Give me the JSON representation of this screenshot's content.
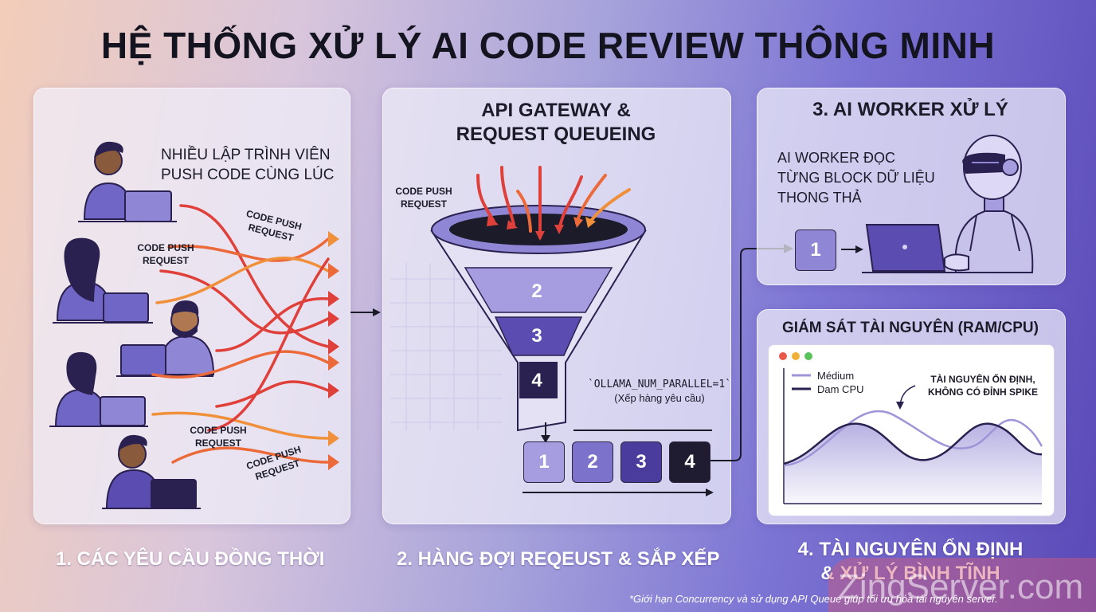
{
  "title": "HỆ THỐNG XỬ LÝ AI CODE REVIEW THÔNG MINH",
  "panel1": {
    "heading_line1": "NHIỀU LẬP TRÌNH VIÊN",
    "heading_line2": "PUSH CODE CÙNG LÚC",
    "labels": [
      "CODE PUSH REQUEST",
      "CODE PUSH REQUEST",
      "CODE PUSH REQUEST",
      "CODE PUSH REQUEST"
    ],
    "caption": "1. CÁC YÊU CẦU ĐỒNG THỜI"
  },
  "panel2": {
    "heading_line1": "API GATEWAY &",
    "heading_line2": "REQUEST QUEUEING",
    "label": "CODE PUSH REQUEST",
    "funnel_items": [
      "2",
      "3",
      "4"
    ],
    "config_line1": "`OLLAMA_NUM_PARALLEL=1`",
    "config_line2": "(Xếp hàng yêu cầu)",
    "queue": [
      "1",
      "2",
      "3",
      "4"
    ],
    "caption": "2. HÀNG ĐỢI REQEUST & SẮP XẾP"
  },
  "panel3": {
    "heading": "3. AI WORKER XỬ LÝ",
    "desc_line1": "AI WORKER ĐỌC",
    "desc_line2": "TỪNG BLOCK DỮ LIỆU",
    "desc_line3": "THONG THẢ",
    "block": "1"
  },
  "panel4": {
    "heading": "GIÁM SÁT TÀI NGUYÊN (RAM/CPU)",
    "legend": [
      "Médium",
      "Dam CPU"
    ],
    "annotation_line1": "TÀI NGUYÊN ỔN ĐỊNH,",
    "annotation_line2": "KHÔNG CÓ ĐỈNH SPIKE",
    "caption_line1": "4. TÀI NGUYÊN ỔN ĐỊNH",
    "caption_line2": "& XỬ LÝ BÌNH TĨNH"
  },
  "footnote": "*Giới hạn Concurrency và sử dụng API Queue giúp tối ưu hóa tài nguyên server.",
  "watermark": "ZingServer.com",
  "colors": {
    "accent_dark": "#2a2150",
    "accent_mid": "#5a4cb0",
    "accent_light": "#9d95d8",
    "arrow_red": "#e0403a",
    "arrow_orange": "#f0903a"
  }
}
